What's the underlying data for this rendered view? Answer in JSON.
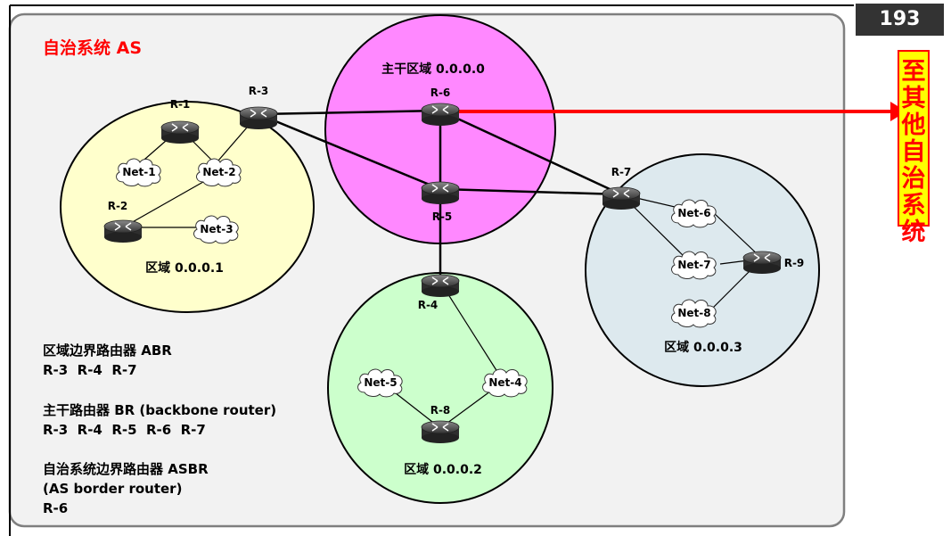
{
  "slide": {
    "page_number": "193",
    "as_title": "自治系统 AS",
    "to_other_as": "至其他自治系统"
  },
  "areas": {
    "backbone": "主干区域 0.0.0.0",
    "area1": "区域 0.0.0.1",
    "area2": "区域 0.0.0.2",
    "area3": "区域 0.0.0.3"
  },
  "routers": [
    "R-1",
    "R-2",
    "R-3",
    "R-4",
    "R-5",
    "R-6",
    "R-7",
    "R-8",
    "R-9"
  ],
  "networks": [
    "Net-1",
    "Net-2",
    "Net-3",
    "Net-4",
    "Net-5",
    "Net-6",
    "Net-7",
    "Net-8"
  ],
  "legend": {
    "abr_title": "区域边界路由器 ABR",
    "abr_list": "R-3  R-4  R-7",
    "br_title": "主干路由器 BR (backbone router)",
    "br_list": "R-3  R-4  R-5  R-6  R-7",
    "asbr_title": "自治系统边界路由器 ASBR",
    "asbr_subtitle": "(AS border router)",
    "asbr_list": "R-6"
  },
  "colors": {
    "backbone_fill": "#ff88ff",
    "area1_fill": "#ffffcc",
    "area2_fill": "#ccffcc",
    "area3_fill": "#dde9ee",
    "as_box_fill": "#f2f2f2",
    "asbr_arrow": "#ff0000",
    "title_red": "#ff0000"
  }
}
